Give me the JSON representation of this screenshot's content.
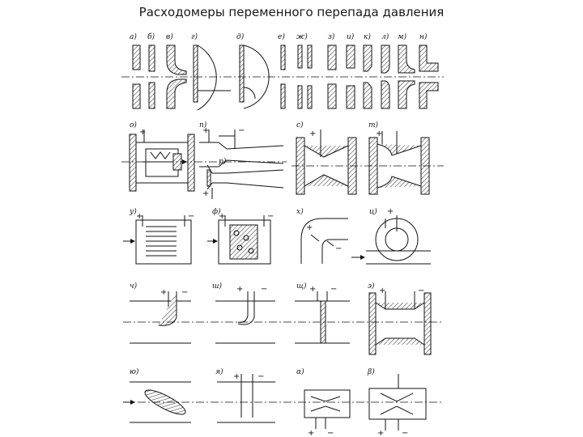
{
  "title": "Расходомеры переменного перепада давления",
  "colors": {
    "ink": "#111111",
    "hatch": "#555555",
    "background": "#ffffff"
  },
  "row1_labels": [
    "а)",
    "б)",
    "в)",
    "г)",
    "д)",
    "е)",
    "ж)",
    "з)",
    "и)",
    "к)",
    "л)",
    "м)",
    "н)"
  ],
  "row2_labels": [
    "о)",
    "п)",
    "р)",
    "с)",
    "т)"
  ],
  "row3_labels": [
    "у)",
    "ф)",
    "х)",
    "ц)"
  ],
  "row4_labels": [
    "ч)",
    "ш)",
    "щ)",
    "э)"
  ],
  "row5_labels": [
    "ю)",
    "я)",
    "α)",
    "β)"
  ],
  "signs": {
    "plus": "+",
    "minus": "−"
  }
}
